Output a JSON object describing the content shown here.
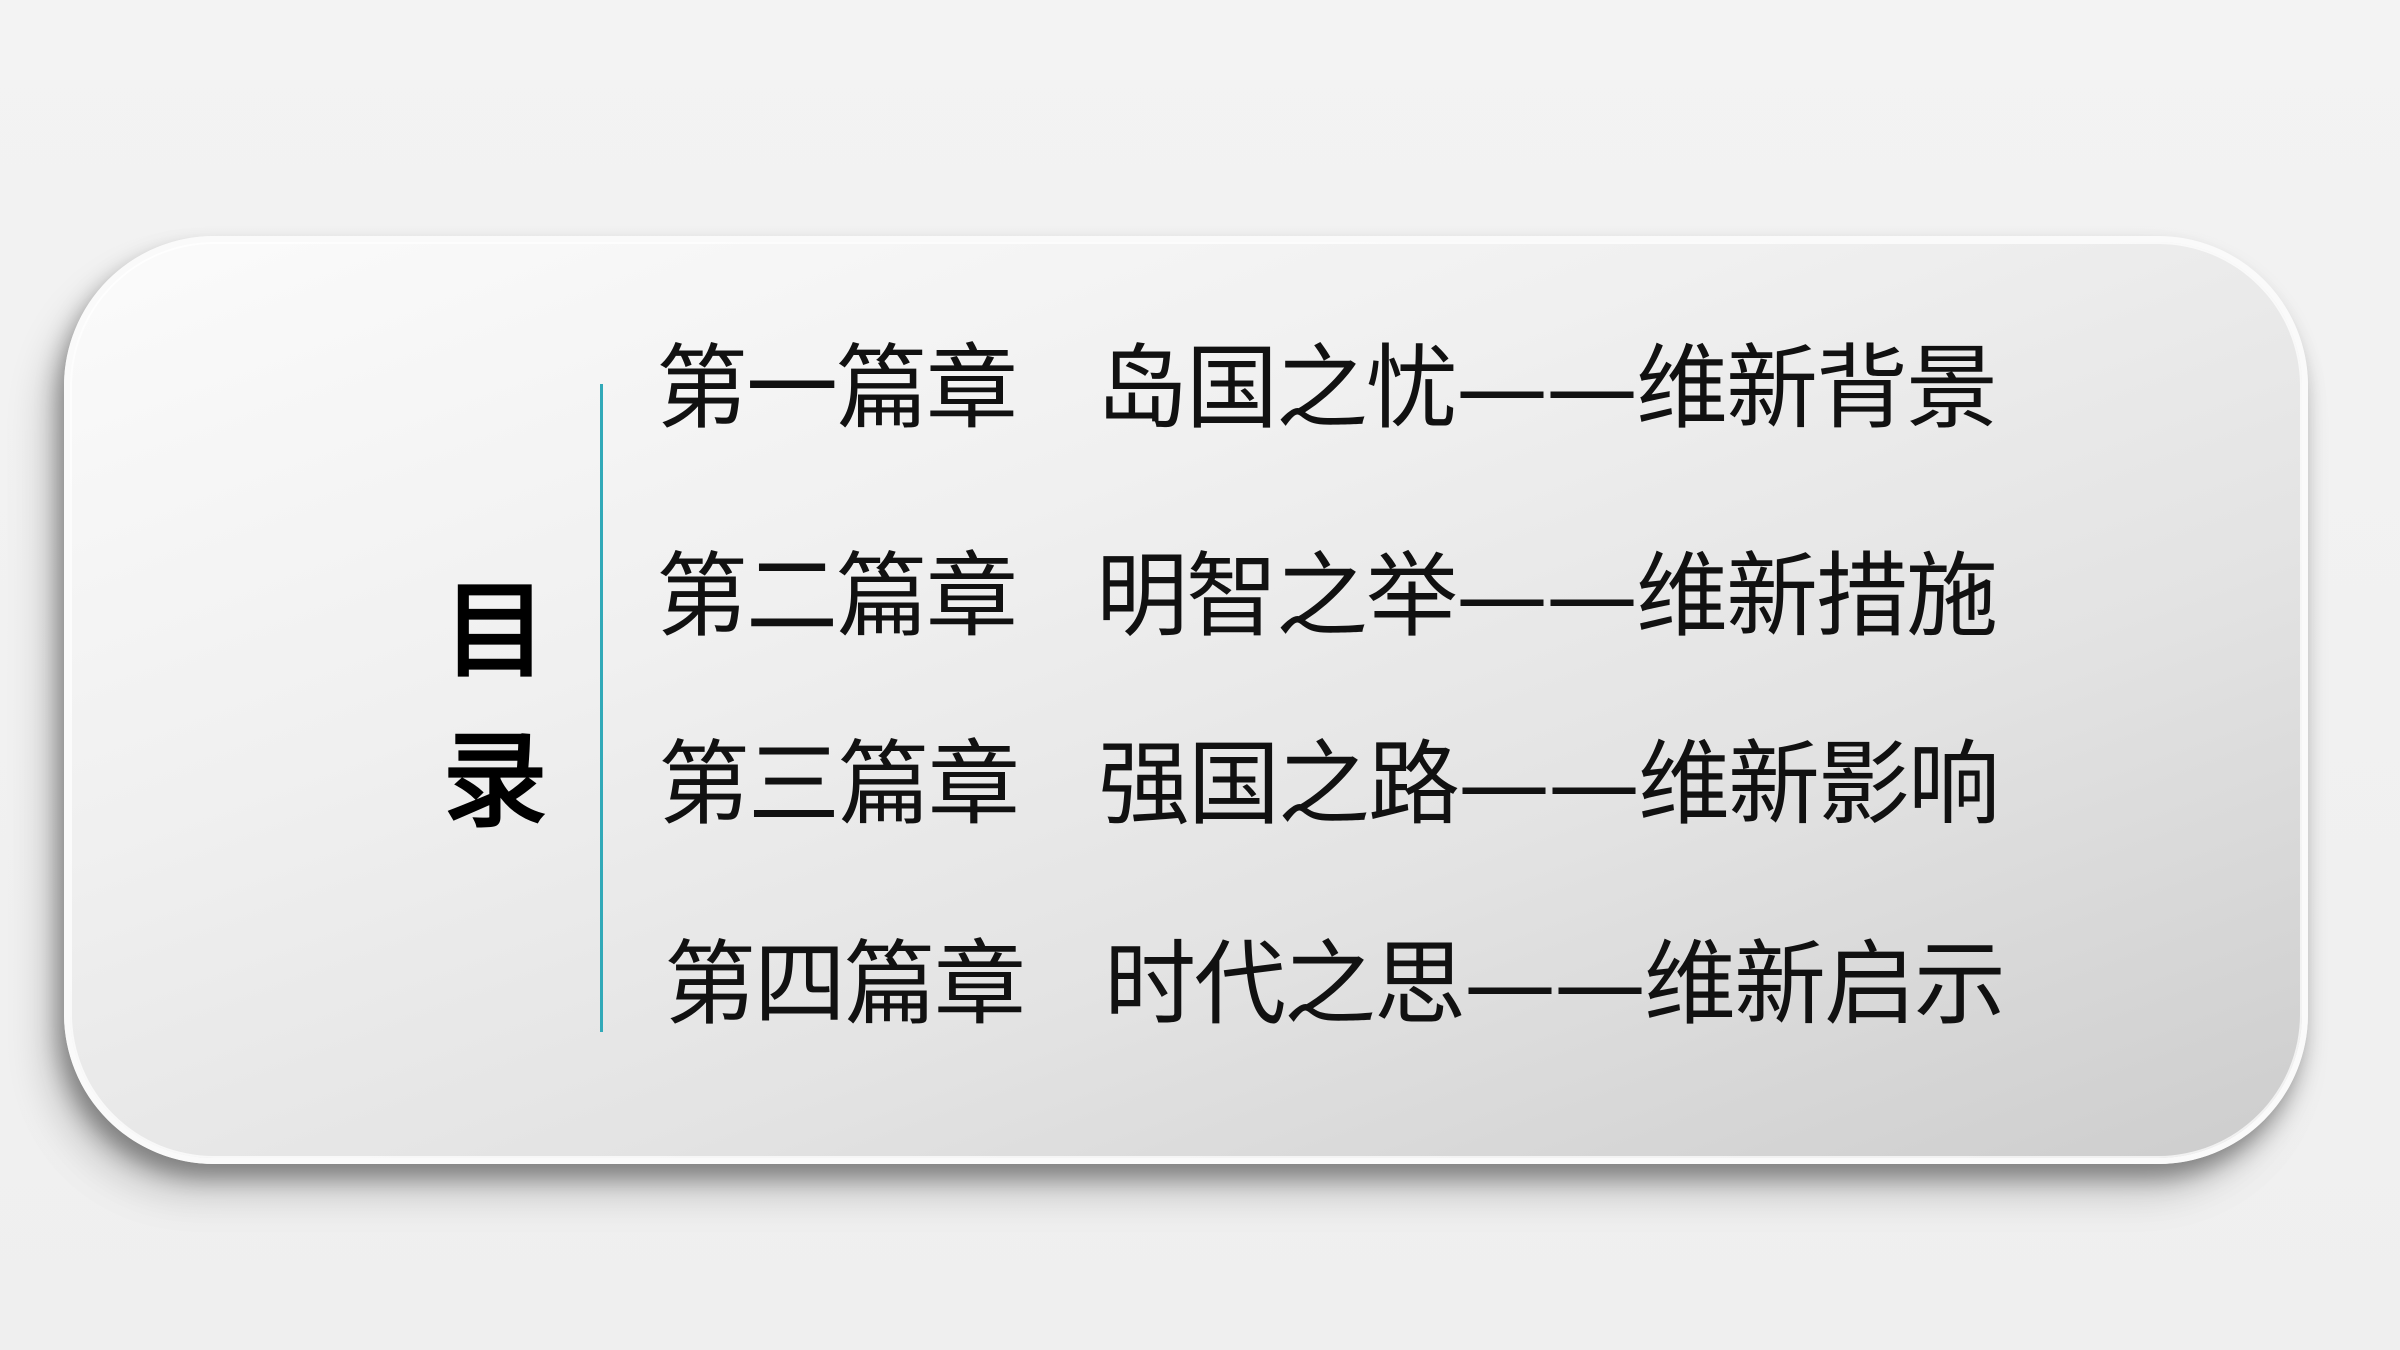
{
  "toc": {
    "title_char_1": "目",
    "title_char_2": "录",
    "items": [
      {
        "chapter": "第一篇章",
        "topic": "岛国之忧——维新背景"
      },
      {
        "chapter": "第二篇章",
        "topic": "明智之举——维新措施"
      },
      {
        "chapter": "第三篇章",
        "topic": "强国之路——维新影响"
      },
      {
        "chapter": "第四篇章",
        "topic": "时代之思——维新启示"
      }
    ],
    "accent_color": "#31a9b8"
  }
}
